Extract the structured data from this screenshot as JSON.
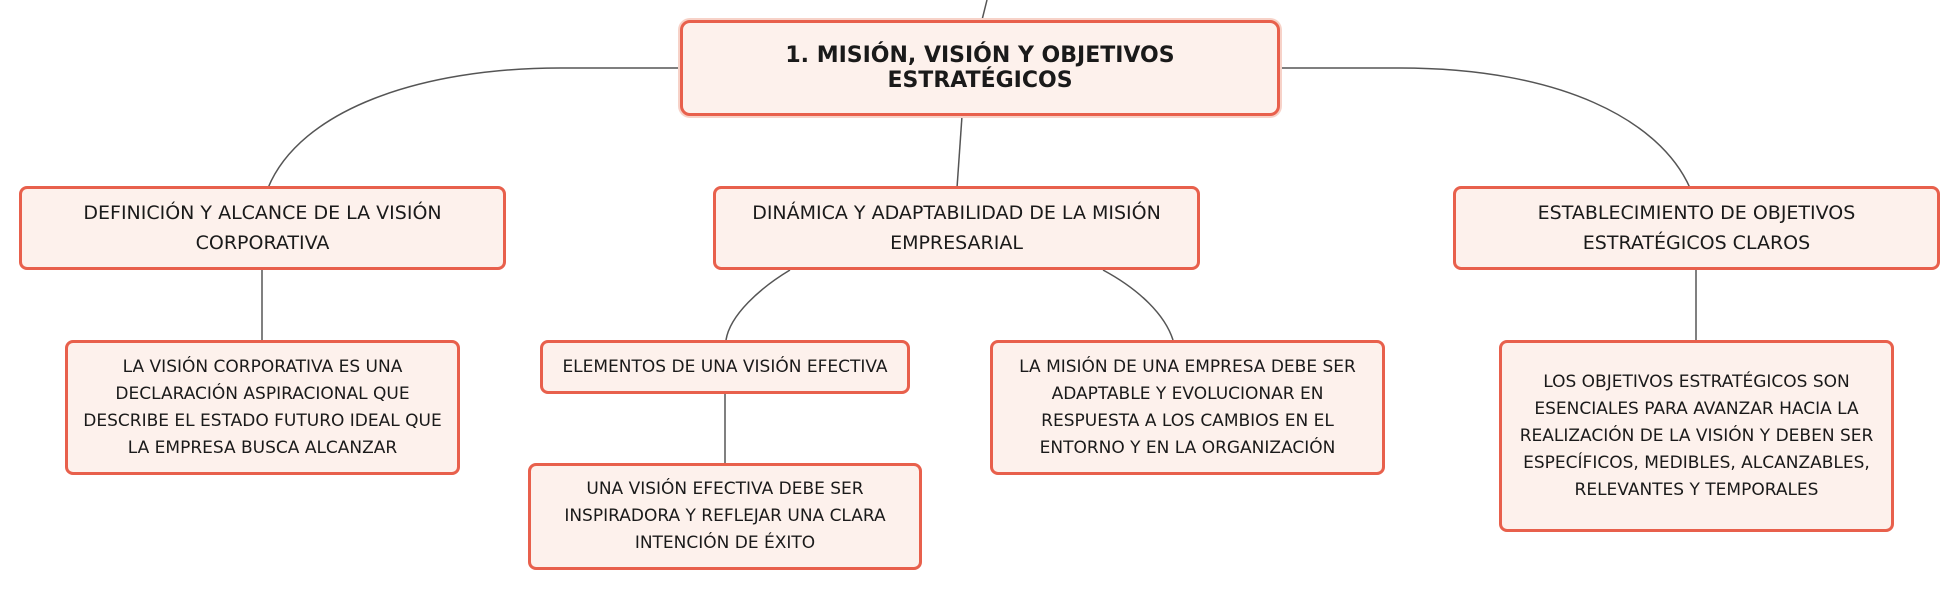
{
  "root": {
    "label": "1. MISIÓN, VISIÓN Y OBJETIVOS ESTRATÉGICOS"
  },
  "branches": [
    {
      "label": "DEFINICIÓN Y ALCANCE DE LA VISIÓN CORPORATIVA",
      "children": [
        {
          "label": "LA VISIÓN CORPORATIVA ES UNA DECLARACIÓN ASPIRACIONAL QUE DESCRIBE EL ESTADO FUTURO IDEAL QUE LA EMPRESA BUSCA ALCANZAR"
        }
      ]
    },
    {
      "label": "DINÁMICA Y ADAPTABILIDAD DE LA MISIÓN EMPRESARIAL",
      "children": [
        {
          "label": "ELEMENTOS DE UNA VISIÓN EFECTIVA",
          "children": [
            {
              "label": "UNA VISIÓN EFECTIVA DEBE SER INSPIRADORA Y REFLEJAR UNA CLARA INTENCIÓN DE ÉXITO"
            }
          ]
        },
        {
          "label": "LA MISIÓN DE UNA EMPRESA DEBE SER ADAPTABLE Y EVOLUCIONAR EN RESPUESTA A LOS CAMBIOS EN EL ENTORNO Y EN LA ORGANIZACIÓN"
        }
      ]
    },
    {
      "label": "ESTABLECIMIENTO DE OBJETIVOS ESTRATÉGICOS CLAROS",
      "children": [
        {
          "label": "LOS OBJETIVOS ESTRATÉGICOS SON ESENCIALES PARA AVANZAR HACIA LA REALIZACIÓN DE LA VISIÓN Y DEBEN SER ESPECÍFICOS, MEDIBLES, ALCANZABLES, RELEVANTES Y TEMPORALES"
        }
      ]
    }
  ],
  "colors": {
    "border": "#e8604c",
    "fill": "#fdf1ec",
    "connector": "#555555"
  }
}
